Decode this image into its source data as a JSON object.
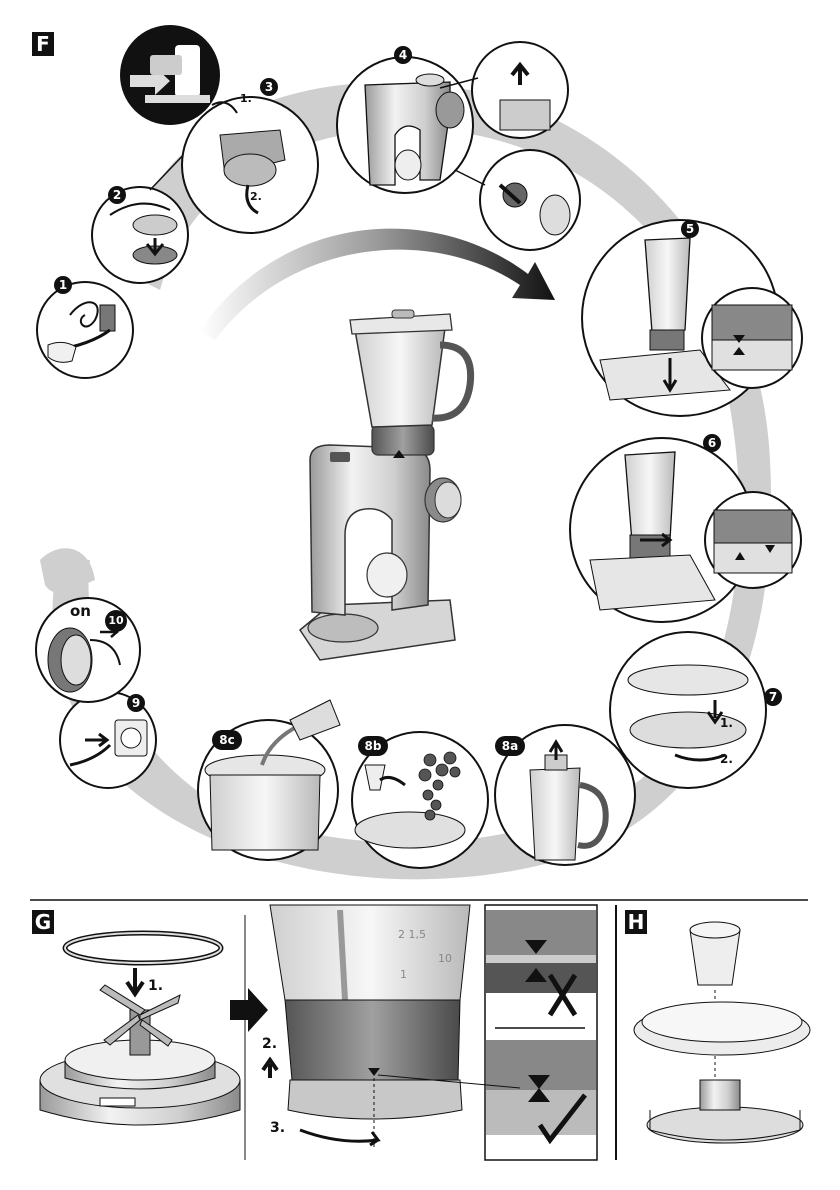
{
  "sections": {
    "F": "F",
    "G": "G",
    "H": "H"
  },
  "steps": {
    "s1": "1",
    "s2": "2",
    "s3": "3",
    "s4": "4",
    "s5": "5",
    "s6": "6",
    "s7": "7",
    "s8a": "8a",
    "s8b": "8b",
    "s8c": "8c",
    "s9": "9",
    "s10": "10"
  },
  "labels": {
    "on": "on",
    "step3_one": "1.",
    "step3_two": "2.",
    "step7_one": "1.",
    "step7_two": "2.",
    "g_one": "1.",
    "g_two": "2.",
    "g_three": "3.",
    "jug_scale_top": "2  1,5",
    "jug_scale_mid": "10",
    "jug_scale_low": "1"
  },
  "colors": {
    "shadow": "#cccccc",
    "outline": "#111111",
    "metal_light": "#e6e6e6",
    "metal_mid": "#bdbdbd",
    "metal_dark": "#6e6e6e"
  }
}
